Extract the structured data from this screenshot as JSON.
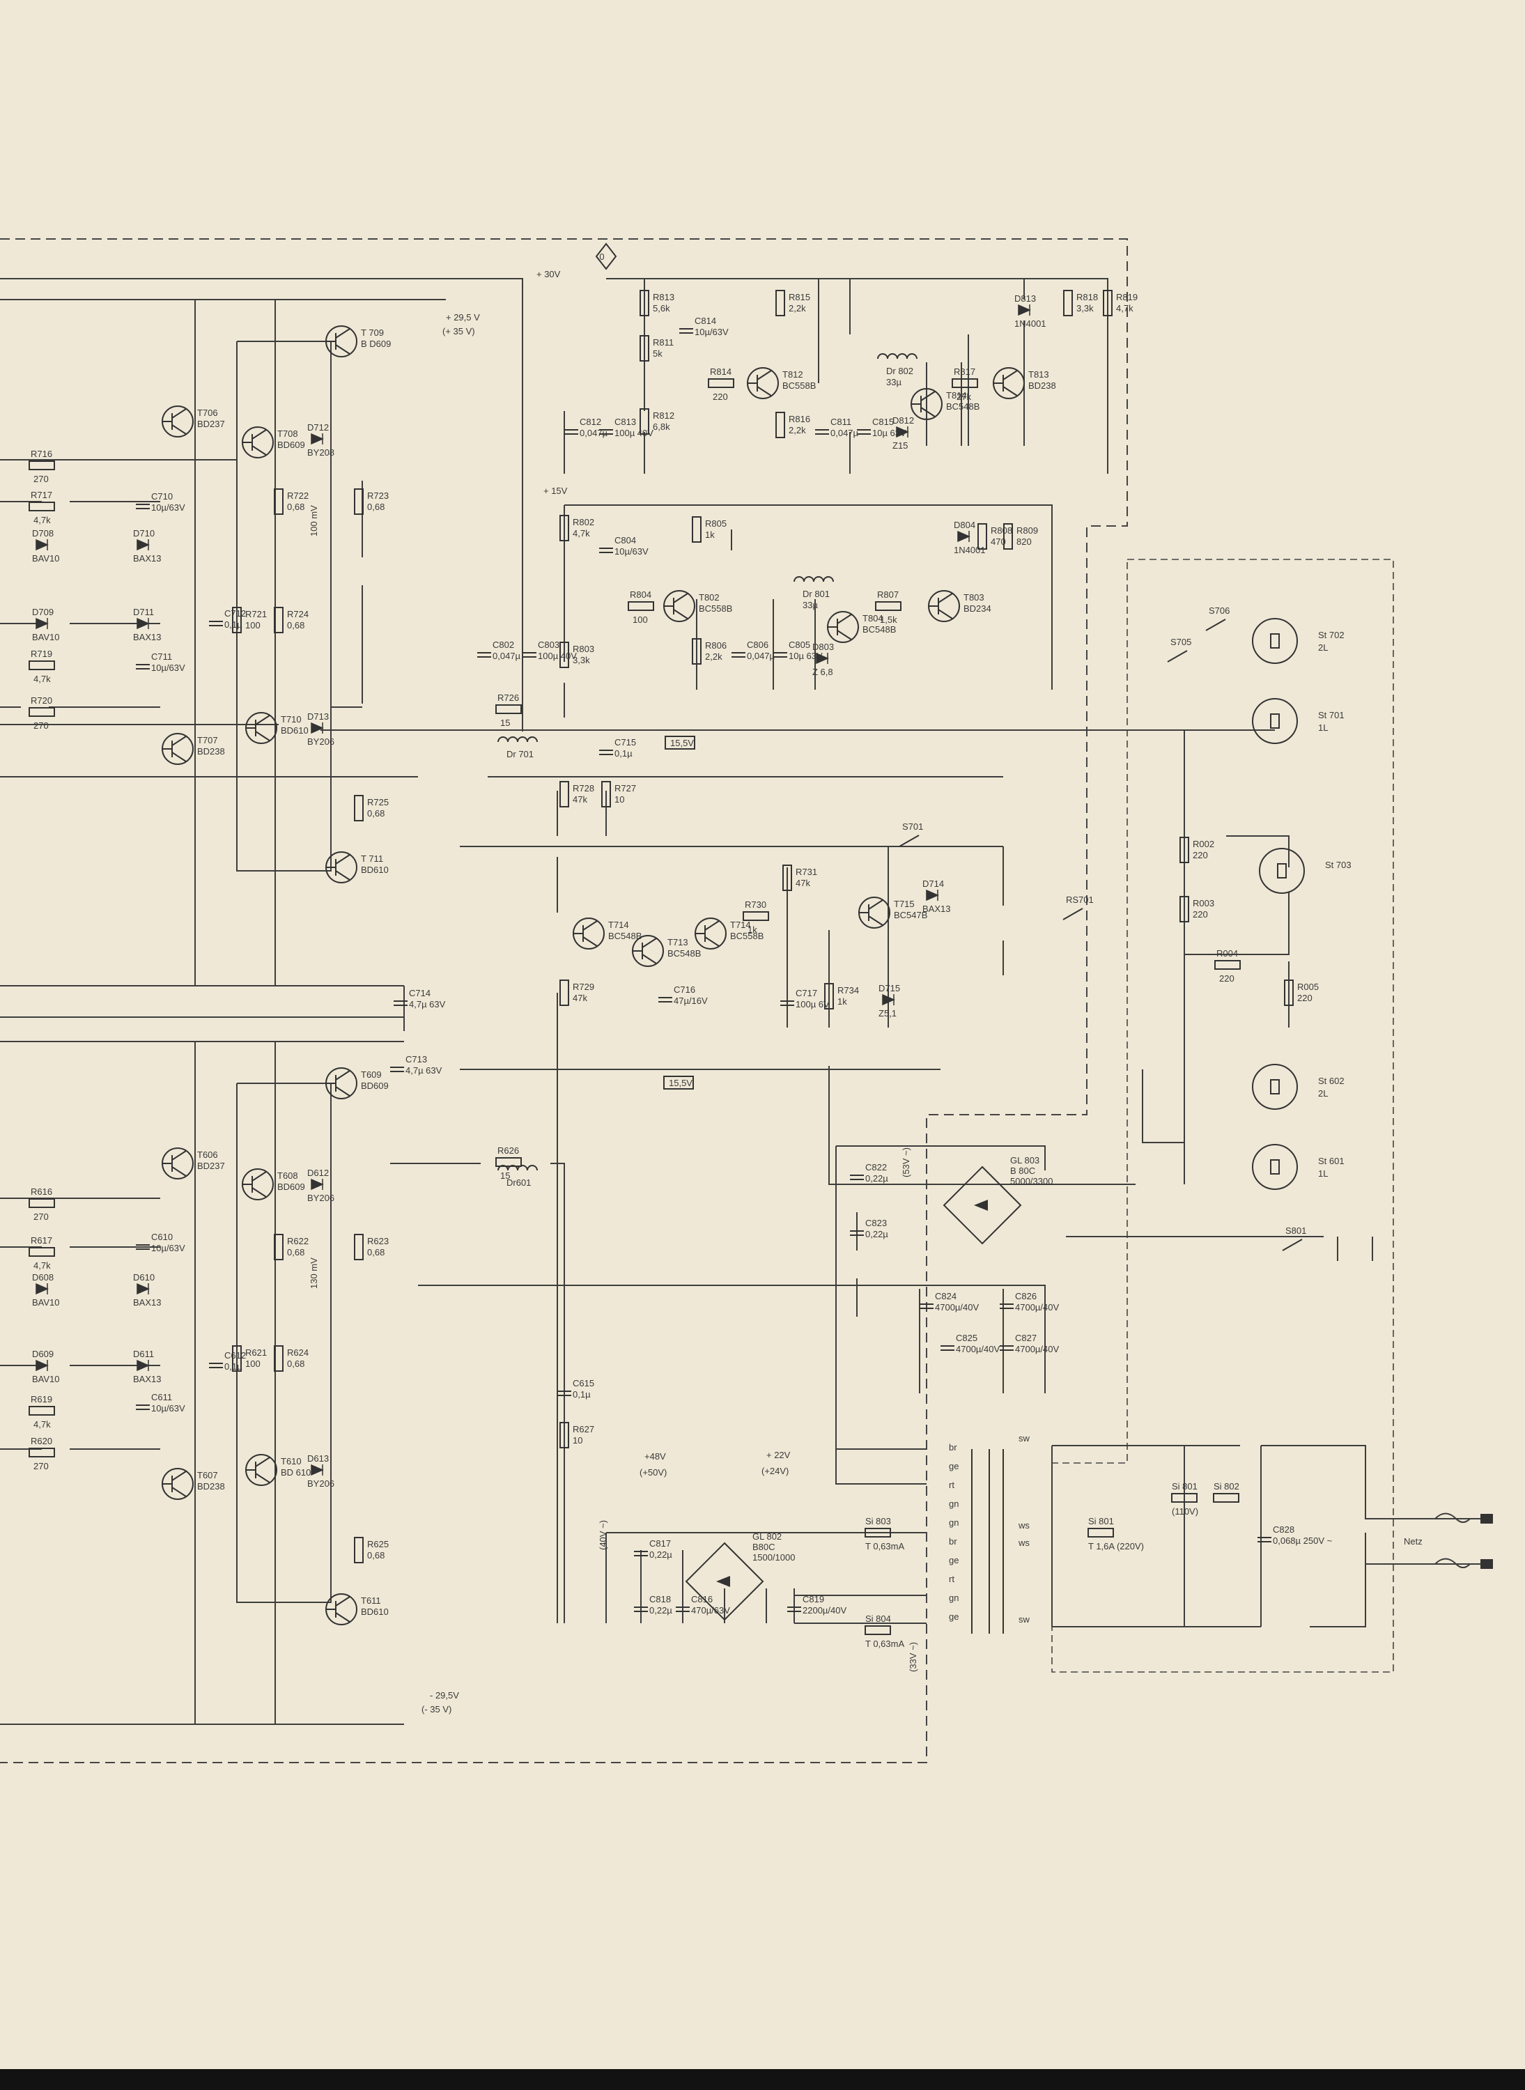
{
  "rails": {
    "plus30": "+ 30V",
    "plus15": "+ 15V",
    "plus29_5": "+ 29,5 V",
    "plus35_paren": "(+ 35 V)",
    "minus29_5": "- 29,5V",
    "minus35_paren": "(- 35 V)",
    "v15_5_top": "15,5V",
    "v15_5_bottom": "15,5V",
    "plus48": "+48V",
    "plus50_paren": "(+50V)",
    "plus22": "+ 22V",
    "plus24_paren": "(+24V)",
    "v40": "(40V ~)",
    "v53": "(53V ~)",
    "v33": "(33V ~)",
    "ground_symbol": "0"
  },
  "transistors": [
    {
      "ref": "T 709",
      "type": "B D609"
    },
    {
      "ref": "T706",
      "type": "BD237"
    },
    {
      "ref": "T708",
      "type": "BD609"
    },
    {
      "ref": "T707",
      "type": "BD238"
    },
    {
      "ref": "T710",
      "type": "BD610"
    },
    {
      "ref": "T 711",
      "type": "BD610"
    },
    {
      "ref": "T609",
      "type": "BD609"
    },
    {
      "ref": "T606",
      "type": "BD237"
    },
    {
      "ref": "T608",
      "type": "BD609"
    },
    {
      "ref": "T607",
      "type": "BD238"
    },
    {
      "ref": "T610",
      "type": "BD 610"
    },
    {
      "ref": "T611",
      "type": "BD610"
    },
    {
      "ref": "T812",
      "type": "BC558B"
    },
    {
      "ref": "T814",
      "type": "BC548B"
    },
    {
      "ref": "T813",
      "type": "BD238"
    },
    {
      "ref": "T802",
      "type": "BC558B"
    },
    {
      "ref": "T804",
      "type": "BC548B"
    },
    {
      "ref": "T803",
      "type": "BD234"
    },
    {
      "ref": "T714",
      "type": "BC548B"
    },
    {
      "ref": "T713",
      "type": "BC548B"
    },
    {
      "ref": "T714",
      "type": "BC558B"
    },
    {
      "ref": "T715",
      "type": "BC547B"
    }
  ],
  "resistors": [
    {
      "ref": "R716",
      "val": "270"
    },
    {
      "ref": "R717",
      "val": "4,7k"
    },
    {
      "ref": "R719",
      "val": "4,7k"
    },
    {
      "ref": "R720",
      "val": "270"
    },
    {
      "ref": "R722",
      "val": "0,68"
    },
    {
      "ref": "R723",
      "val": "0,68"
    },
    {
      "ref": "R721",
      "val": "100"
    },
    {
      "ref": "R724",
      "val": "0,68"
    },
    {
      "ref": "R725",
      "val": "0,68"
    },
    {
      "ref": "R726",
      "val": "15"
    },
    {
      "ref": "R616",
      "val": "270"
    },
    {
      "ref": "R617",
      "val": "4,7k"
    },
    {
      "ref": "R619",
      "val": "4,7k"
    },
    {
      "ref": "R620",
      "val": "270"
    },
    {
      "ref": "R622",
      "val": "0,68"
    },
    {
      "ref": "R623",
      "val": "0,68"
    },
    {
      "ref": "R621",
      "val": "100"
    },
    {
      "ref": "R624",
      "val": "0,68"
    },
    {
      "ref": "R625",
      "val": "0,68"
    },
    {
      "ref": "R626",
      "val": "15"
    },
    {
      "ref": "R627",
      "val": "10"
    },
    {
      "ref": "R813",
      "val": "5,6k"
    },
    {
      "ref": "R811",
      "val": "5k"
    },
    {
      "ref": "R812",
      "val": "6,8k"
    },
    {
      "ref": "R814",
      "val": "220"
    },
    {
      "ref": "R815",
      "val": "2,2k"
    },
    {
      "ref": "R816",
      "val": "2,2k"
    },
    {
      "ref": "R817",
      "val": "27k"
    },
    {
      "ref": "R818",
      "val": "3,3k"
    },
    {
      "ref": "R819",
      "val": "4,7k"
    },
    {
      "ref": "R802",
      "val": "4,7k"
    },
    {
      "ref": "R803",
      "val": "3,3k"
    },
    {
      "ref": "R804",
      "val": "100"
    },
    {
      "ref": "R805",
      "val": "1k"
    },
    {
      "ref": "R806",
      "val": "2,2k"
    },
    {
      "ref": "R807",
      "val": "1,5k"
    },
    {
      "ref": "R808",
      "val": "470"
    },
    {
      "ref": "R809",
      "val": "820"
    },
    {
      "ref": "R728",
      "val": "47k"
    },
    {
      "ref": "R727",
      "val": "10"
    },
    {
      "ref": "R729",
      "val": "47k"
    },
    {
      "ref": "R730",
      "val": "1k"
    },
    {
      "ref": "R731",
      "val": "47k"
    },
    {
      "ref": "R734",
      "val": "1k"
    },
    {
      "ref": "R002",
      "val": "220"
    },
    {
      "ref": "R003",
      "val": "220"
    },
    {
      "ref": "R004",
      "val": "220"
    },
    {
      "ref": "R005",
      "val": "220"
    }
  ],
  "capacitors": [
    {
      "ref": "C710",
      "val": "10µ/63V"
    },
    {
      "ref": "C712",
      "val": "0,1µ"
    },
    {
      "ref": "C711",
      "val": "10µ/63V"
    },
    {
      "ref": "C714",
      "val": "4,7µ 63V"
    },
    {
      "ref": "C713",
      "val": "4,7µ 63V"
    },
    {
      "ref": "C715",
      "val": "0,1µ"
    },
    {
      "ref": "C716",
      "val": "47µ/16V"
    },
    {
      "ref": "C717",
      "val": "100µ 6V"
    },
    {
      "ref": "C610",
      "val": "10µ/63V"
    },
    {
      "ref": "C612",
      "val": "0,1µ"
    },
    {
      "ref": "C611",
      "val": "10µ/63V"
    },
    {
      "ref": "C615",
      "val": "0,1µ"
    },
    {
      "ref": "C812",
      "val": "0,047µ"
    },
    {
      "ref": "C813",
      "val": "100µ 40V"
    },
    {
      "ref": "C814",
      "val": "10µ/63V"
    },
    {
      "ref": "C811",
      "val": "0,047µ"
    },
    {
      "ref": "C815",
      "val": "10µ 63V"
    },
    {
      "ref": "C802",
      "val": "0,047µ"
    },
    {
      "ref": "C803",
      "val": "100µ 40V"
    },
    {
      "ref": "C804",
      "val": "10µ/63V"
    },
    {
      "ref": "C806",
      "val": "0,047µ"
    },
    {
      "ref": "C805",
      "val": "10µ 63V"
    },
    {
      "ref": "C822",
      "val": "0,22µ"
    },
    {
      "ref": "C823",
      "val": "0,22µ"
    },
    {
      "ref": "C824",
      "val": "4700µ/40V"
    },
    {
      "ref": "C826",
      "val": "4700µ/40V"
    },
    {
      "ref": "C825",
      "val": "4700µ/40V"
    },
    {
      "ref": "C827",
      "val": "4700µ/40V"
    },
    {
      "ref": "C817",
      "val": "0,22µ"
    },
    {
      "ref": "C818",
      "val": "0,22µ"
    },
    {
      "ref": "C816",
      "val": "470µ/63V"
    },
    {
      "ref": "C819",
      "val": "2200µ/40V"
    },
    {
      "ref": "C828",
      "val": "0,068µ 250V ~"
    }
  ],
  "diodes": [
    {
      "ref": "D712",
      "type": "BY208"
    },
    {
      "ref": "D708",
      "type": "BAV10"
    },
    {
      "ref": "D710",
      "type": "BAX13"
    },
    {
      "ref": "D709",
      "type": "BAV10"
    },
    {
      "ref": "D711",
      "type": "BAX13"
    },
    {
      "ref": "D713",
      "type": "BY206"
    },
    {
      "ref": "D612",
      "type": "BY206"
    },
    {
      "ref": "D608",
      "type": "BAV10"
    },
    {
      "ref": "D610",
      "type": "BAX13"
    },
    {
      "ref": "D609",
      "type": "BAV10"
    },
    {
      "ref": "D611",
      "type": "BAX13"
    },
    {
      "ref": "D613",
      "type": "BY206"
    },
    {
      "ref": "D813",
      "type": "1N4001"
    },
    {
      "ref": "D812",
      "type": "Z15"
    },
    {
      "ref": "D804",
      "type": "1N4001"
    },
    {
      "ref": "D803",
      "type": "Z 6,8"
    },
    {
      "ref": "D714",
      "type": "BAX13"
    },
    {
      "ref": "D715",
      "type": "Z5,1"
    }
  ],
  "inductors": [
    {
      "ref": "Dr 701"
    },
    {
      "ref": "Dr601"
    },
    {
      "ref": "Dr 802",
      "val": "33µ"
    },
    {
      "ref": "Dr 801",
      "val": "33µ"
    }
  ],
  "rectifiers": [
    {
      "ref": "GL 803",
      "type": "B 80C",
      "rating": "5000/3300"
    },
    {
      "ref": "GL 802",
      "type": "B80C",
      "rating": "1500/1000"
    }
  ],
  "fuses": [
    {
      "ref": "Si 803",
      "val": "T 0,63mA"
    },
    {
      "ref": "Si 804",
      "val": "T 0,63mA"
    },
    {
      "ref": "Si 801",
      "val": "T 1,6A (220V)"
    },
    {
      "ref": "Si 801",
      "val": "(110V)"
    },
    {
      "ref": "Si 802",
      "val": ""
    }
  ],
  "connectors": [
    {
      "ref": "St 702",
      "val": "2L"
    },
    {
      "ref": "St 701",
      "val": "1L"
    },
    {
      "ref": "St 703",
      "val": ""
    },
    {
      "ref": "St 602",
      "val": "2L"
    },
    {
      "ref": "St 601",
      "val": "1L"
    }
  ],
  "switches": [
    "S706",
    "S705",
    "S701",
    "S801",
    "RS701"
  ],
  "transformer_taps": [
    "br",
    "ge",
    "rt",
    "gn",
    "gn",
    "br",
    "ge",
    "rt",
    "gn",
    "ge"
  ],
  "transformer_primary": [
    "sw",
    "ws",
    "ws",
    "sw"
  ],
  "mains_label": "Netz",
  "meter_labels": [
    "100 mV",
    "130 mV"
  ]
}
